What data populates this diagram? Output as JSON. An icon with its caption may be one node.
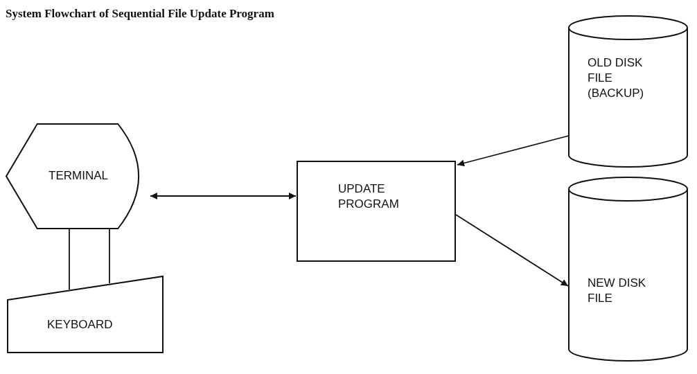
{
  "diagram": {
    "title": "System Flowchart of Sequential File Update Program",
    "nodes": [
      {
        "text": [
          "TERMINAL"
        ]
      },
      {
        "text": [
          "KEYBOARD"
        ]
      },
      {
        "text": [
          "UPDATE PROGRAM"
        ]
      },
      {
        "text": [
          "OLD DISK FILE (BACKUP)"
        ]
      },
      {
        "text": [
          "NEW DISK FILE"
        ]
      }
    ],
    "edges": [
      {
        "from": 1,
        "to": 0,
        "arrow": "none"
      },
      {
        "from": 0,
        "to": 2,
        "arrow": "both"
      },
      {
        "from": 3,
        "to": 2,
        "arrow": "to"
      },
      {
        "from": 2,
        "to": 4,
        "arrow": "to"
      }
    ]
  }
}
